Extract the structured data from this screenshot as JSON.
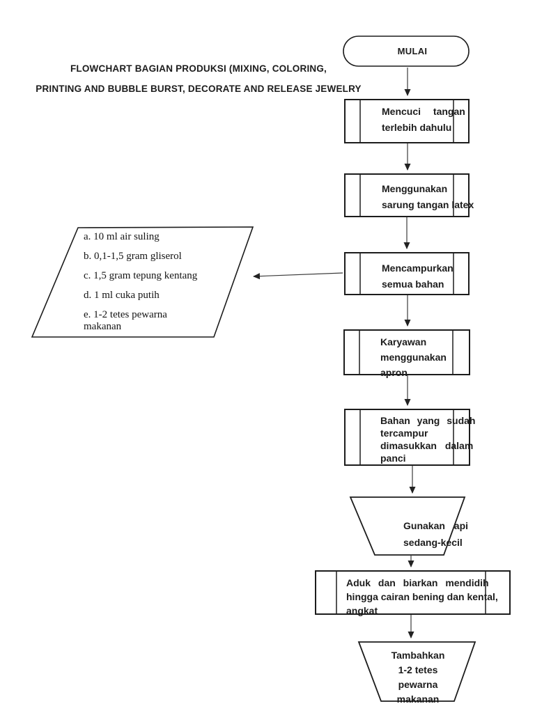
{
  "title": {
    "line1": "FLOWCHART BAGIAN PRODUKSI (MIXING, COLORING,",
    "line2": "PRINTING AND BUBBLE BURST, DECORATE AND RELEASE JEWELRY"
  },
  "flowchart": {
    "start": {
      "label": "MULAI"
    },
    "wash": {
      "line1": "Mencuci tangan",
      "line2": "terlebih dahulu"
    },
    "gloves": {
      "line1": "Menggunakan",
      "line2": "sarung tangan latex"
    },
    "mix": {
      "line1": "Mencampurkan",
      "line2": "semua bahan"
    },
    "ingredients": {
      "item_a": "a. 10 ml air suling",
      "item_b": "b. 0,1-1,5 gram gliserol",
      "item_c": "c. 1,5 gram tepung kentang",
      "item_d": "d. 1 ml cuka putih",
      "item_e": "e. 1-2 tetes pewarna makanan"
    },
    "apron": {
      "line1": "Karyawan",
      "line2": "menggunakan",
      "line3": "apron"
    },
    "pot": {
      "line1": "Bahan yang sudah",
      "line2": "tercampur",
      "line3": "dimasukkan dalam",
      "line4": "panci"
    },
    "fire": {
      "line1": "Gunakan api",
      "line2": "sedang-kecil"
    },
    "boil": {
      "line1": "Aduk dan biarkan mendidih",
      "line2": "hingga cairan bening dan kental,",
      "line3": "angkat"
    },
    "dye": {
      "line1": "Tambahkan",
      "line2": "1-2 tetes",
      "line3": "pewarna",
      "line4": "makanan"
    }
  },
  "colors": {
    "ink": "#1c1c1c",
    "background": "#ffffff"
  }
}
